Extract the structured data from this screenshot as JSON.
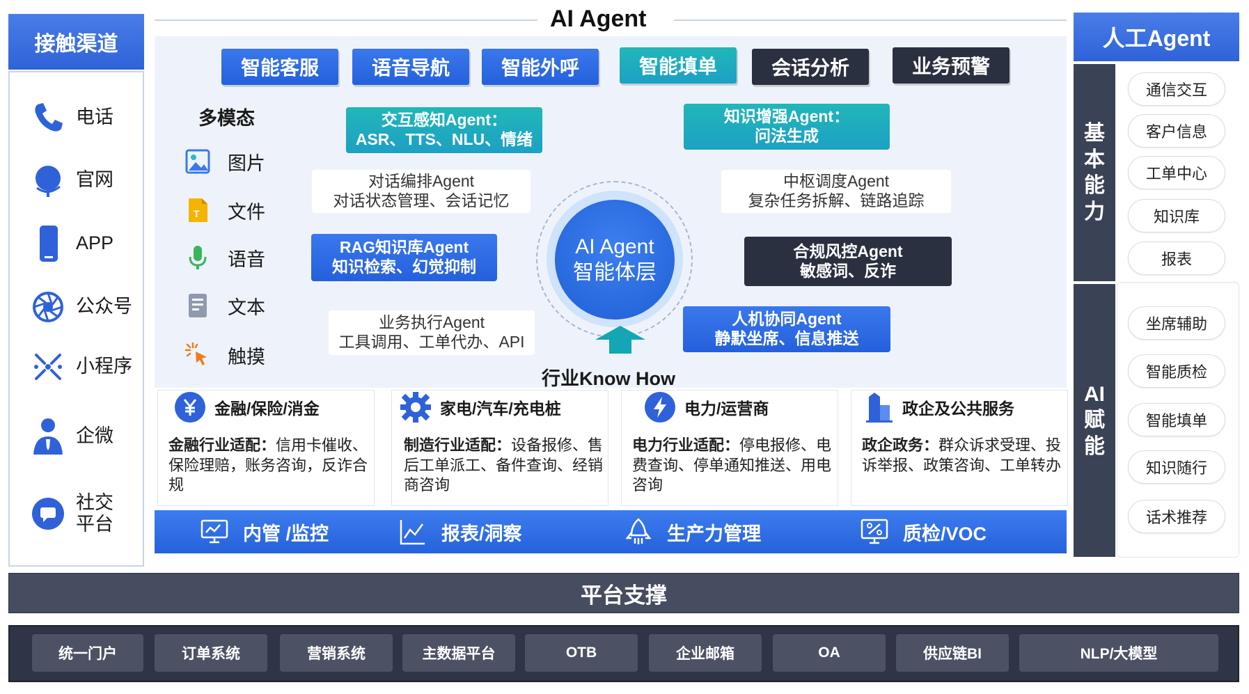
{
  "left": {
    "header": "接触渠道",
    "channels": [
      "电话",
      "官网",
      "APP",
      "公众号",
      "小程序",
      "企微",
      "社交\n平台"
    ]
  },
  "center": {
    "title": "AI Agent",
    "top_tags": [
      "智能客服",
      "语音导航",
      "智能外呼",
      "智能填单",
      "会话分析",
      "业务预警"
    ],
    "multimodal": {
      "title": "多模态",
      "items": [
        "图片",
        "文件",
        "语音",
        "文本",
        "触摸"
      ]
    },
    "agents": {
      "interaction": [
        "交互感知Agent：",
        "ASR、TTS、NLU、情绪"
      ],
      "knowledge": [
        "知识增强Agent：",
        "问法生成"
      ],
      "dialog": [
        "对话编排Agent",
        "对话状态管理、会话记忆"
      ],
      "hub": [
        "中枢调度Agent",
        "复杂任务拆解、链路追踪"
      ],
      "rag": [
        "RAG知识库Agent",
        "知识检索、幻觉抑制"
      ],
      "compliance": [
        "合规风控Agent",
        "敏感词、反诈"
      ],
      "exec": [
        "业务执行Agent",
        "工具调用、工单代办、API"
      ],
      "human": [
        "人机协同Agent",
        "静默坐席、信息推送"
      ]
    },
    "core": [
      "AI Agent",
      "智能体层"
    ],
    "know_how": "行业Know How",
    "industries": [
      {
        "name": "金融/保险/消金",
        "lead": "金融行业适配：",
        "text": "信用卡催收、保险理赔，账务咨询，反诈合规"
      },
      {
        "name": "家电/汽车/充电桩",
        "lead": "制造行业适配：",
        "text": "设备报修、售后工单派工、备件查询、经销商咨询"
      },
      {
        "name": "电力/运营商",
        "lead": "电力行业适配：",
        "text": "停电报修、电费查询、停单通知推送、用电咨询"
      },
      {
        "name": "政企及公共服务",
        "lead": "政企政务：",
        "text": "群众诉求受理、投诉举报、政策咨询、工单转办"
      }
    ],
    "bottom_bar": [
      "内管 /监控",
      "报表/洞察",
      "生产力管理",
      "质检/VOC"
    ]
  },
  "right": {
    "header": "人工Agent",
    "basic_label": "基\n本\n能\n力",
    "basic_items": [
      "通信交互",
      "客户信息",
      "工单中心",
      "知识库",
      "报表"
    ],
    "ai_label": "AI\n赋\n能",
    "ai_items": [
      "坐席辅助",
      "智能质检",
      "智能填单",
      "知识随行",
      "话术推荐"
    ]
  },
  "platform": {
    "header": "平台支撑",
    "items": [
      "统一门户",
      "订单系统",
      "营销系统",
      "主数据平台",
      "OTB",
      "企业邮箱",
      "OA",
      "供应链BI",
      "NLP/大模型"
    ]
  },
  "colors": {
    "brand_blue": "#2f62d8",
    "teal": "#1da0c5",
    "navy": "#2a3040",
    "platform": "#2f3446"
  }
}
